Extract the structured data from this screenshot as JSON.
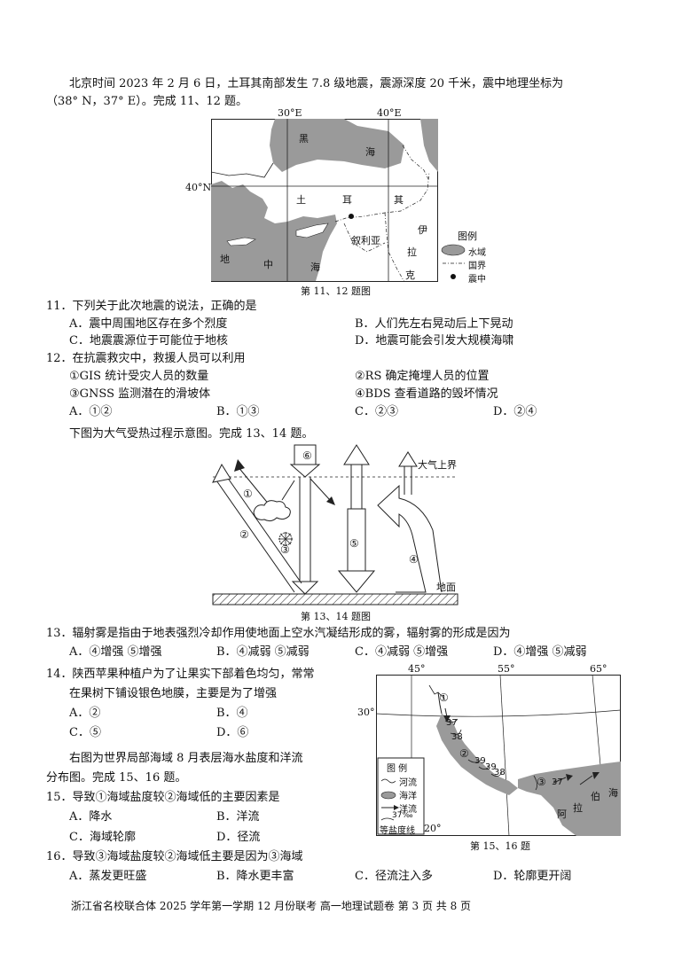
{
  "intro_11_12": {
    "line1": "北京时间 2023 年 2 月 6 日，土耳其南部发生 7.8 级地震，震源深度 20 千米，震中地理坐标为",
    "line2": "（38° N，37° E）。完成 11、12 题。"
  },
  "map1": {
    "lon_left": "30°E",
    "lon_right": "40°E",
    "lat_label": "40°N",
    "labels": [
      "黑",
      "海",
      "土",
      "耳",
      "其",
      "叙利亚",
      "伊",
      "拉",
      "克",
      "地",
      "中",
      "海"
    ],
    "legend_title": "图例",
    "legend_water": "水域",
    "legend_border": "国界",
    "legend_epicenter": "震中",
    "caption": "第 11、12 题图"
  },
  "q11": {
    "stem": "11．下列关于此次地震的说法，正确的是",
    "A": "A．震中周围地区存在多个烈度",
    "B": "B．人们先左右晃动后上下晃动",
    "C": "C．地震震源位于可能位于地核",
    "D": "D．地震可能会引发大规模海啸"
  },
  "q12": {
    "stem": "12．在抗震救灾中，救援人员可以利用",
    "o1": "①GIS 统计受灾人员的数量",
    "o2": "②RS 确定掩埋人员的位置",
    "o3": "③GNSS 监测潜在的滑坡体",
    "o4": "④BDS 查看道路的毁坏情况",
    "A": "A．①②",
    "B": "B．①③",
    "C": "C．②③",
    "D": "D．②④"
  },
  "intro_13_14": "下图为大气受热过程示意图。完成 13、14 题。",
  "diagram": {
    "upper_bound": "大气上界",
    "ground": "地面",
    "n1": "①",
    "n2": "②",
    "n3": "③",
    "n4": "④",
    "n5": "⑤",
    "n6": "⑥",
    "caption": "第 13、14 题图"
  },
  "q13": {
    "stem": "13．辐射雾是指由于地表强烈冷却作用使地面上空水汽凝结形成的雾，辐射雾的形成是因为",
    "A": "A．④增强 ⑤增强",
    "B": "B．④减弱 ⑤减弱",
    "C": "C．④减弱 ⑤增强",
    "D": "D．④增强 ⑤减弱"
  },
  "q14": {
    "stem1": "14．陕西苹果种植户为了让果实下部着色均匀，常常",
    "stem2": "在果树下铺设银色地膜，主要是为了增强",
    "A": "A．②",
    "B": "B．④",
    "C": "C．⑤",
    "D": "D．⑥"
  },
  "intro_15_16": {
    "line1": "右图为世界局部海域 8 月表层海水盐度和洋流",
    "line2": "分布图。完成 15、16 题。"
  },
  "map2": {
    "lon1": "45°",
    "lon2": "55°",
    "lon3": "65°",
    "lat1": "30°",
    "lat2": "20°",
    "iso_a": "37",
    "iso_b": "38",
    "iso_c": "39",
    "iso_d": "39",
    "iso_e": "38",
    "iso_f": "37",
    "n1": "①",
    "n2": "②",
    "n3": "③",
    "a": "阿",
    "la": "拉",
    "bo": "伯",
    "hai": "海",
    "legend_title": "图 例",
    "legend_river": "河流",
    "legend_sea": "海洋",
    "legend_current": "洋流",
    "legend_iso": "等盐度线",
    "legend_iso_val": "37‰",
    "caption": "第 15、16 题"
  },
  "q15": {
    "stem": "15．导致①海域盐度较②海域低的主要因素是",
    "A": "A．降水",
    "B": "B．洋流",
    "C": "C．海域轮廓",
    "D": "D．径流"
  },
  "q16": {
    "stem": "16．导致③海域盐度较②海域低主要是因为③海域",
    "A": "A．蒸发更旺盛",
    "B": "B．降水更丰富",
    "C": "C．径流注入多",
    "D": "D．轮廓更开阔"
  },
  "footer": "浙江省名校联合体 2025 学年第一学期 12 月份联考  高一地理试题卷   第 3 页  共 8 页"
}
